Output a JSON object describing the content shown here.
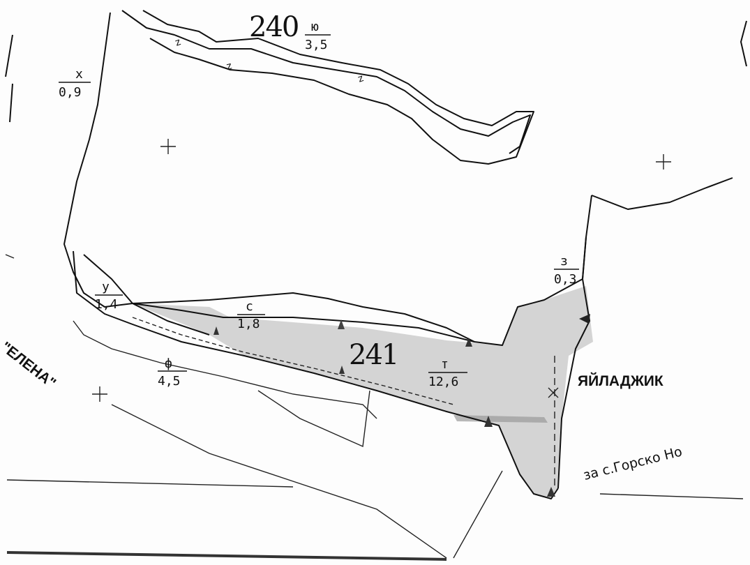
{
  "parcels": {
    "p240": {
      "number": "240",
      "sub_code": "ю",
      "sub_area": "3,5"
    },
    "p241": {
      "number": "241"
    }
  },
  "subparcels": [
    {
      "code": "х",
      "area": "0,9"
    },
    {
      "code": "у",
      "area": "1,4"
    },
    {
      "code": "с",
      "area": "1,8"
    },
    {
      "code": "ф",
      "area": "4,5"
    },
    {
      "code": "т",
      "area": "12,6"
    },
    {
      "code": "з",
      "area": "0,3"
    }
  ],
  "place_name": "ЯЙЛАДЖИК",
  "road_label": "за с.Горско Но",
  "area_name_fragment": "\"ЕЛЕНА\"",
  "stream_marks": [
    "z",
    "z",
    "z"
  ],
  "colors": {
    "line": "#111111",
    "shade": "#c8c8c8"
  }
}
